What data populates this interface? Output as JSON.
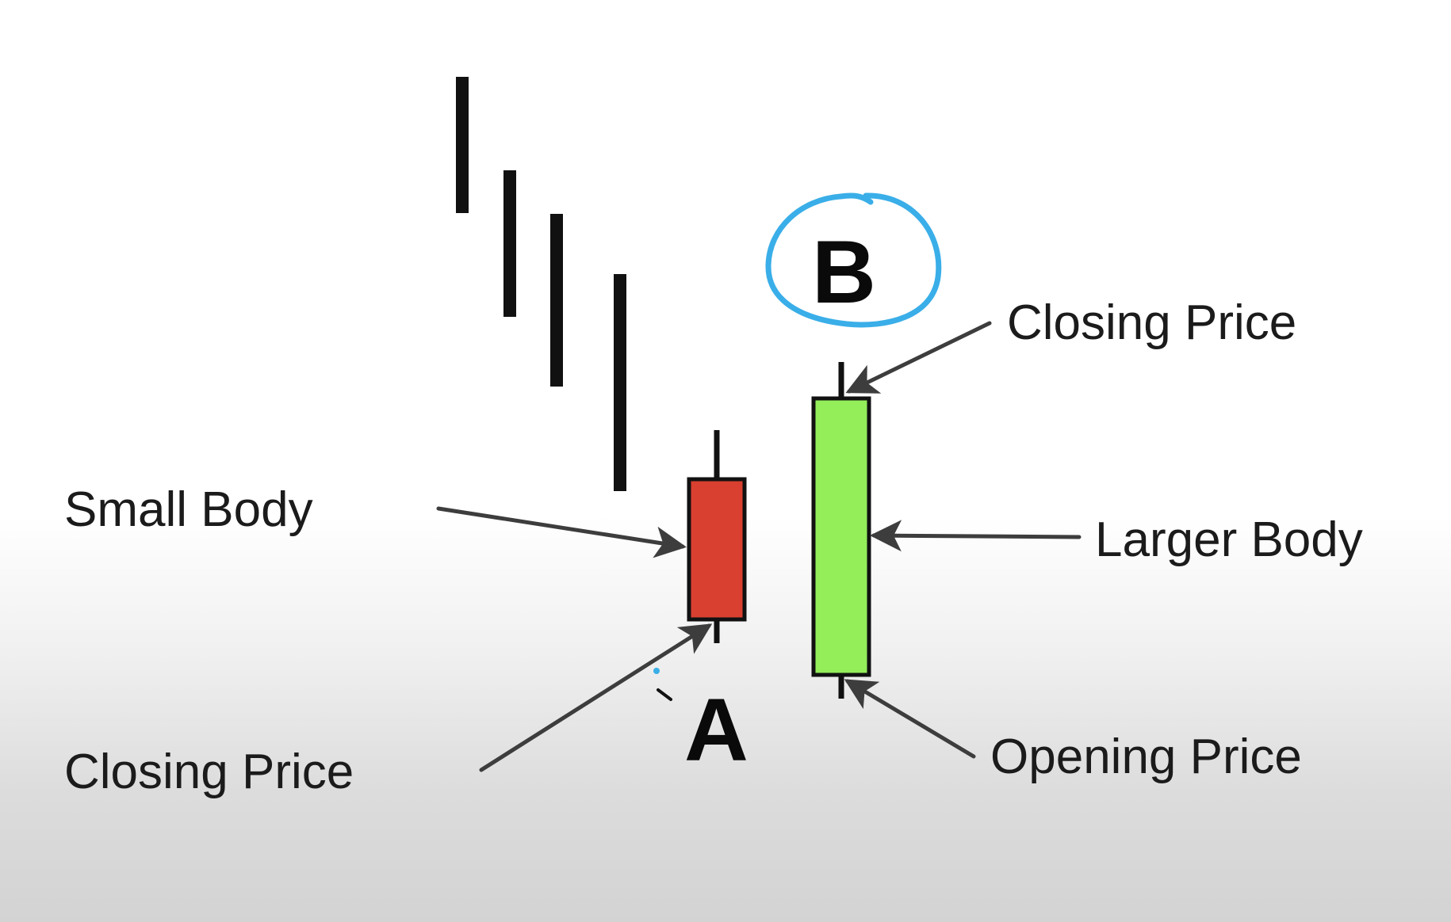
{
  "labels": {
    "small_body": "Small Body",
    "closing_price_left": "Closing Price",
    "closing_price_right": "Closing Price",
    "larger_body": "Larger Body",
    "opening_price": "Opening Price"
  },
  "markers": {
    "a": "A",
    "b": "B"
  },
  "colors": {
    "bearish_body": "#d9402f",
    "bullish_body": "#93ee5a",
    "annotation_circle": "#3aaee8",
    "arrow": "#3d3d3d",
    "stroke": "#111111"
  }
}
